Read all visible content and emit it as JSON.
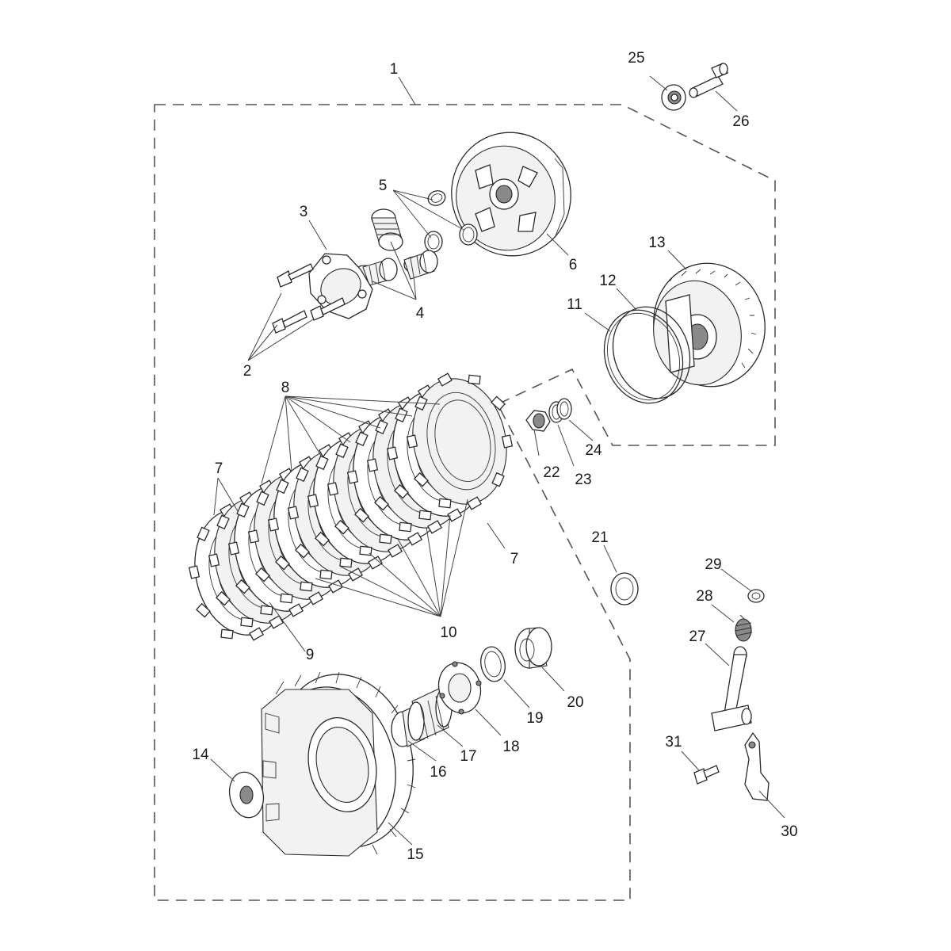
{
  "callouts": {
    "c1": "1",
    "c2": "2",
    "c3": "3",
    "c4": "4",
    "c5": "5",
    "c6": "6",
    "c7a": "7",
    "c7b": "7",
    "c8": "8",
    "c9": "9",
    "c10": "10",
    "c11": "11",
    "c12": "12",
    "c13": "13",
    "c14": "14",
    "c15": "15",
    "c16": "16",
    "c17": "17",
    "c18": "18",
    "c19": "19",
    "c20": "20",
    "c21": "21",
    "c22": "22",
    "c23": "23",
    "c24": "24",
    "c25": "25",
    "c26": "26",
    "c27": "27",
    "c28": "28",
    "c29": "29",
    "c30": "30",
    "c31": "31"
  },
  "colors": {
    "line": "#2a2a2a",
    "fill_light": "#f2f2f2",
    "fill_dark": "#8a8a8a",
    "background": "#ffffff"
  }
}
